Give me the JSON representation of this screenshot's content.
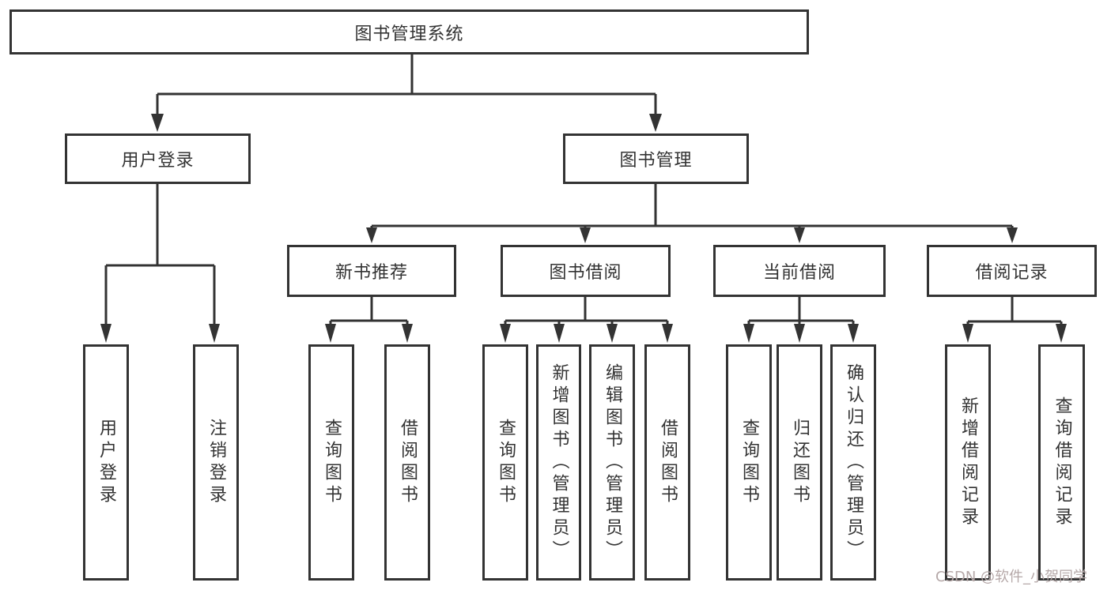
{
  "tree": {
    "root": {
      "label": "图书管理系统"
    },
    "branches": [
      {
        "label": "用户登录",
        "children": [
          {
            "label": "用户登录"
          },
          {
            "label": "注销登录"
          }
        ]
      },
      {
        "label": "图书管理",
        "children": [
          {
            "label": "新书推荐",
            "children": [
              {
                "label": "查询图书"
              },
              {
                "label": "借阅图书"
              }
            ]
          },
          {
            "label": "图书借阅",
            "children": [
              {
                "label": "查询图书"
              },
              {
                "label": "新增图书（管理员）"
              },
              {
                "label": "编辑图书（管理员）"
              },
              {
                "label": "借阅图书"
              }
            ]
          },
          {
            "label": "当前借阅",
            "children": [
              {
                "label": "查询图书"
              },
              {
                "label": "归还图书"
              },
              {
                "label": "确认归还（管理员）"
              }
            ]
          },
          {
            "label": "借阅记录",
            "children": [
              {
                "label": "新增借阅记录"
              },
              {
                "label": "查询借阅记录"
              }
            ]
          }
        ]
      }
    ]
  },
  "watermark": "CSDN @软件_小贺同学",
  "colors": {
    "line": "#333333",
    "text": "#333333",
    "background": "#ffffff",
    "watermark": "#b5a8a8"
  }
}
